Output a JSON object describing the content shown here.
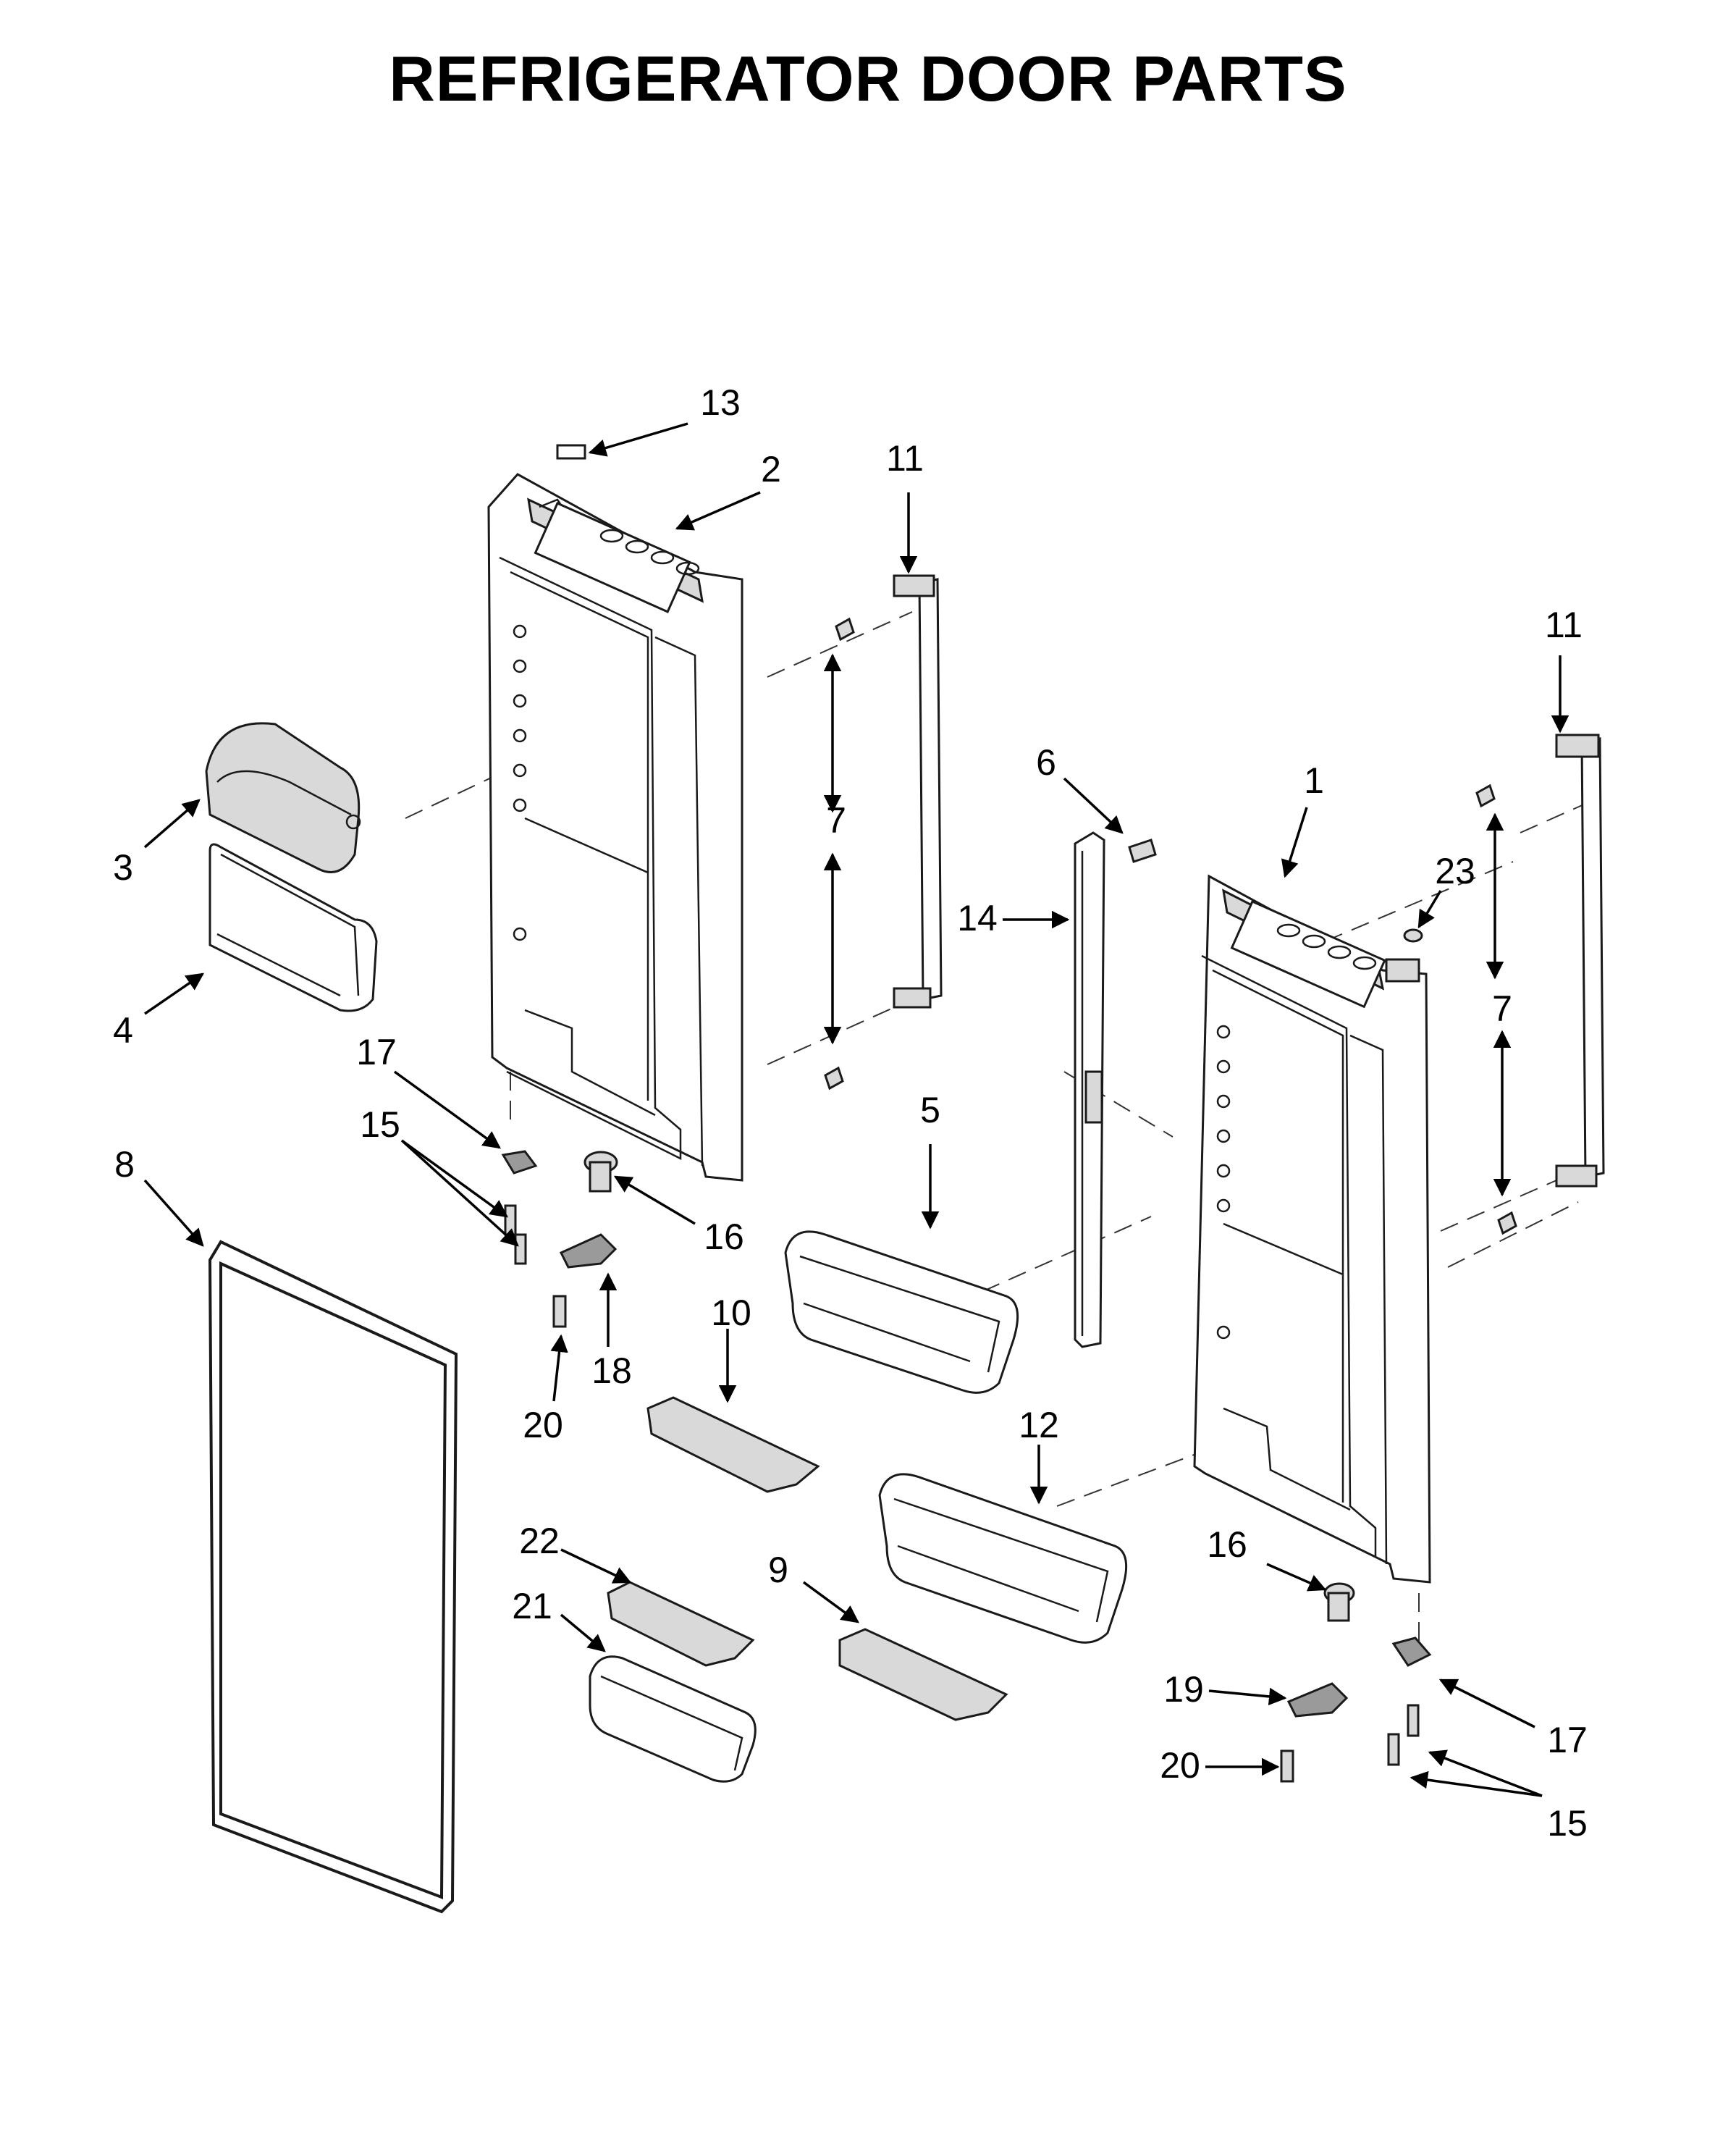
{
  "title": "REFRIGERATOR DOOR PARTS",
  "callouts": {
    "c1": "1",
    "c2": "2",
    "c3": "3",
    "c4": "4",
    "c5": "5",
    "c6": "6",
    "c7a": "7",
    "c7b": "7",
    "c8": "8",
    "c9": "9",
    "c10": "10",
    "c11a": "11",
    "c11b": "11",
    "c12": "12",
    "c13": "13",
    "c14": "14",
    "c15a": "15",
    "c15b": "15",
    "c16a": "16",
    "c16b": "16",
    "c17a": "17",
    "c17b": "17",
    "c18": "18",
    "c19": "19",
    "c20a": "20",
    "c20b": "20",
    "c21": "21",
    "c22": "22",
    "c23": "23"
  }
}
